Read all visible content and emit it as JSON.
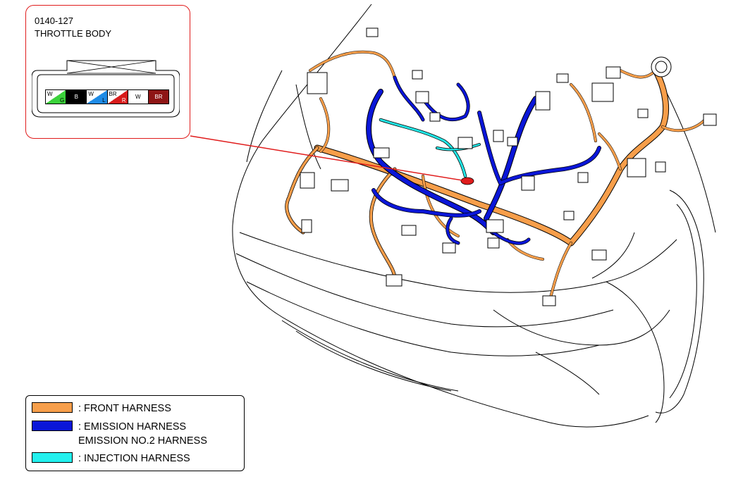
{
  "callout": {
    "code": "0140-127",
    "name": "THROTTLE BODY",
    "pins": [
      {
        "top": "W",
        "bottom": "G",
        "bg": "#3bd23b",
        "split": true,
        "fg": "#000"
      },
      {
        "top": "",
        "bottom": "",
        "center": "B",
        "bg": "#000000",
        "split": false,
        "fg": "#fff"
      },
      {
        "top": "W",
        "bottom": "L",
        "bg": "#1e8be6",
        "split": true,
        "fg": "#000"
      },
      {
        "top": "BR",
        "bottom": "R",
        "bg": "#d81c1c",
        "split": true,
        "fg": "#fff"
      },
      {
        "top": "",
        "bottom": "",
        "center": "W",
        "bg": "#ffffff",
        "split": false,
        "fg": "#000"
      },
      {
        "top": "",
        "bottom": "",
        "center": "BR",
        "bg": "#8e1515",
        "split": false,
        "fg": "#fff"
      }
    ]
  },
  "legend": [
    {
      "color": "#f79e4a",
      "lines": [
        ": FRONT HARNESS"
      ]
    },
    {
      "color": "#0a16d8",
      "lines": [
        ": EMISSION HARNESS",
        "EMISSION NO.2 HARNESS"
      ]
    },
    {
      "color": "#22f0ee",
      "lines": [
        ": INJECTION HARNESS"
      ]
    }
  ],
  "colors": {
    "front_harness": "#f79e4a",
    "emission_harness": "#0a16d8",
    "injection_harness": "#22e6e6",
    "leader_line": "#e01c1c",
    "callout_border": "#e01c1c"
  }
}
